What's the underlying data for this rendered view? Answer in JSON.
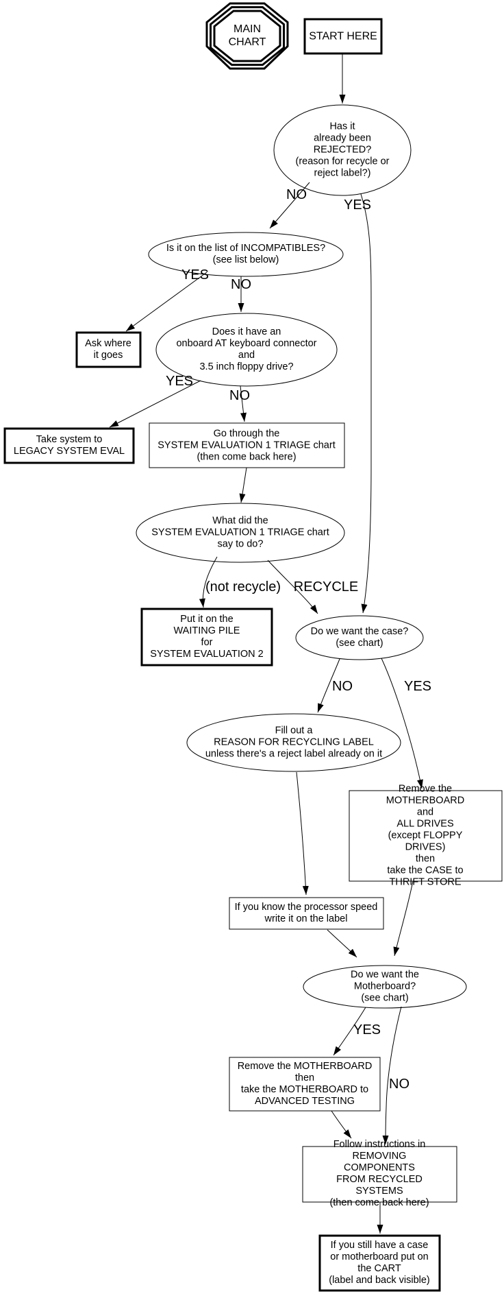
{
  "nodes": {
    "main_chart": {
      "label": "MAIN\nCHART"
    },
    "start_here": {
      "label": "START HERE"
    },
    "rejected": {
      "label": "Has it\nalready been\nREJECTED?\n(reason for recycle or\nreject label?)"
    },
    "incompatibles": {
      "label": "Is it on the list of INCOMPATIBLES?\n(see list below)"
    },
    "ask_where": {
      "label": "Ask where\nit goes"
    },
    "at_keyboard": {
      "label": "Does it have an\nonboard AT keyboard connector\nand\n3.5 inch floppy drive?"
    },
    "legacy": {
      "label": "Take system to\nLEGACY SYSTEM EVAL"
    },
    "go_through": {
      "label": "Go through the\nSYSTEM EVALUATION 1 TRIAGE chart\n(then come back here)"
    },
    "what_did": {
      "label": "What did the\nSYSTEM EVALUATION 1 TRIAGE chart\nsay to do?"
    },
    "waiting_pile": {
      "label": "Put it on the\nWAITING PILE\nfor\nSYSTEM EVALUATION 2"
    },
    "want_case": {
      "label": "Do we want the case?\n(see chart)"
    },
    "fill_out": {
      "label": "Fill out a\nREASON FOR RECYCLING LABEL\nunless there's a reject label already on it"
    },
    "thrift": {
      "label": "Remove the MOTHERBOARD\nand\nALL DRIVES\n(except FLOPPY DRIVES)\nthen\ntake the CASE to\nTHRIFT STORE"
    },
    "processor": {
      "label": "If you know the processor speed\nwrite it on the label"
    },
    "want_mobo": {
      "label": "Do we want the Motherboard?\n(see chart)"
    },
    "advanced": {
      "label": "Remove the MOTHERBOARD\nthen\ntake the MOTHERBOARD to\nADVANCED TESTING"
    },
    "follow": {
      "label": "Follow instructions in\nREMOVING COMPONENTS\nFROM RECYCLED SYSTEMS\n(then come back here)"
    },
    "cart": {
      "label": "If you still have a case\nor motherboard put on\nthe CART\n(label and back visible)"
    }
  },
  "edge_labels": {
    "rejected_no": "NO",
    "rejected_yes": "YES",
    "incompatibles_yes": "YES",
    "incompatibles_no": "NO",
    "at_yes": "YES",
    "at_no": "NO",
    "not_recycle": "(not recycle)",
    "recycle": "RECYCLE",
    "case_no": "NO",
    "case_yes": "YES",
    "mobo_yes": "YES",
    "mobo_no": "NO"
  },
  "colors": {
    "stroke": "#000000",
    "background": "#ffffff"
  }
}
